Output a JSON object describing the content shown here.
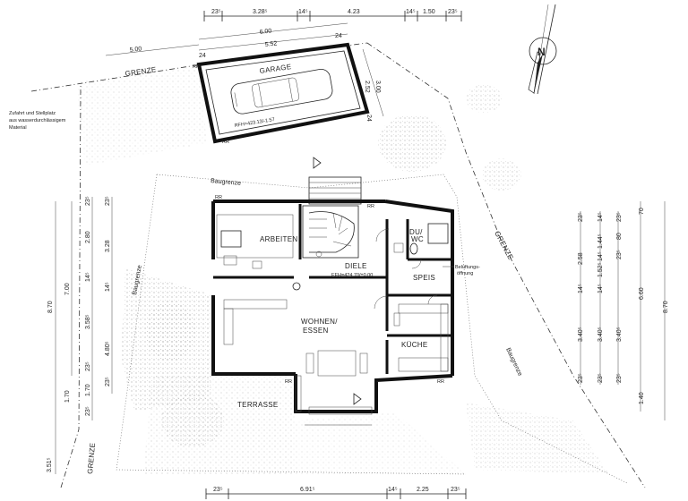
{
  "rooms": {
    "garage": "GARAGE",
    "arbeiten": "ARBEITEN",
    "diele": "DIELE",
    "diele_level": "EFH=424.70/±0.00",
    "du_wc_1": "DU/",
    "du_wc_2": "WC",
    "speis": "SPEIS",
    "wohnen_1": "WOHNEN/",
    "wohnen_2": "ESSEN",
    "kueche": "KÜCHE",
    "terrasse": "TERRASSE",
    "belueftung_1": "Belüftungs-",
    "belueftung_2": "öffnung"
  },
  "garage_level": "RFH=423.13/-1.57",
  "boundary_labels": {
    "grenze_top": "GRENZE",
    "grenze_right": "GRENZE",
    "grenze_left": "GRENZE",
    "baugrenze_top": "Baugrenze",
    "baugrenze_left": "Baugrenze",
    "baugrenze_right": "Baugrenze"
  },
  "note": {
    "line1": "Zufahrt und Stellplatz",
    "line2": "aus wasserdurchlässigem",
    "line3": "Material"
  },
  "north_symbol": "N",
  "dimensions": {
    "top_row": [
      "23⁵",
      "3.28⁵",
      "14⁵",
      "4.23",
      "14⁵",
      "1.50",
      "23⁵"
    ],
    "garage_outer": "6.00",
    "garage_inner": "5.52",
    "garage_side_a": "24",
    "garage_side_b": "24",
    "garage_depth": "3.00",
    "garage_depth_b": "2.52",
    "garage_wall": "24",
    "setback": "5.00",
    "left_total": "8.70",
    "left_mid": "7.00",
    "left_bottom": "1.70",
    "left_corner": "3.51⁵",
    "left_col2": [
      "23⁵",
      "2.80",
      "14⁵",
      "3.58⁵",
      "23⁵",
      "1.70",
      "23⁵"
    ],
    "left_col3": [
      "23⁵",
      "3.28",
      "14⁵",
      "4.80⁵",
      "23⁵"
    ],
    "right_col1": [
      "23⁵",
      "2.58",
      "14⁵",
      "3.40⁵",
      "23⁵"
    ],
    "right_col2": [
      "14⁵",
      "1.44⁵",
      "14⁵",
      "1.52⁵",
      "14⁵",
      "3.40⁵",
      "23⁵"
    ],
    "right_col3": [
      "23⁵",
      "80",
      "23⁵",
      "3.40⁵",
      "23⁵"
    ],
    "right_col4": [
      "70",
      "6.60",
      "1.40"
    ],
    "right_total": "8.70",
    "bottom_row": [
      "23⁵",
      "6.91⁵",
      "14⁵",
      "2.25",
      "23⁵"
    ],
    "rr_marks": [
      "RR",
      "RR",
      "RR",
      "RR",
      "RR",
      "RR"
    ]
  }
}
